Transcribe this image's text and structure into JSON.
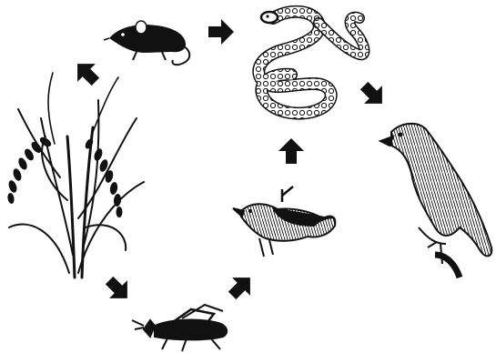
{
  "diagram": {
    "type": "food-web",
    "organisms": [
      {
        "id": "rice",
        "name": "rice-plant"
      },
      {
        "id": "mouse",
        "name": "mouse"
      },
      {
        "id": "snake",
        "name": "snake"
      },
      {
        "id": "hawk",
        "name": "hawk"
      },
      {
        "id": "bird",
        "name": "small-bird"
      },
      {
        "id": "grasshopper",
        "name": "grasshopper"
      }
    ],
    "arrows": [
      {
        "from": "rice",
        "to": "mouse"
      },
      {
        "from": "mouse",
        "to": "snake"
      },
      {
        "from": "snake",
        "to": "hawk"
      },
      {
        "from": "rice",
        "to": "grasshopper"
      },
      {
        "from": "grasshopper",
        "to": "bird"
      },
      {
        "from": "bird",
        "to": "snake"
      }
    ],
    "colors": {
      "ink": "#111111",
      "background": "#ffffff"
    }
  }
}
